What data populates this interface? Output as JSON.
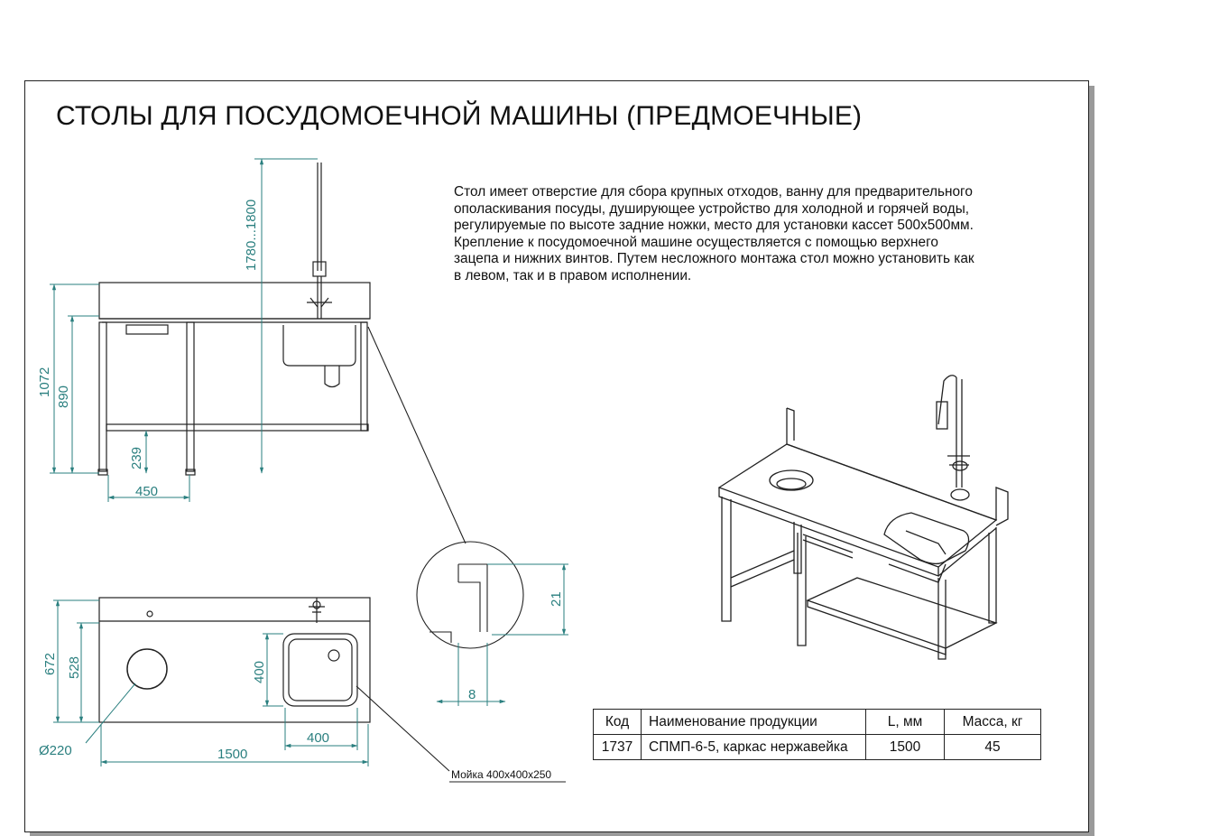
{
  "title": "СТОЛЫ ДЛЯ ПОСУДОМОЕЧНОЙ МАШИНЫ (ПРЕДМОЕЧНЫЕ)",
  "description": [
    "Стол имеет отверстие для сбора крупных отходов, ванну для предварительного",
    "ополаскивания посуды, душирующее устройство для холодной и горячей воды,",
    "регулируемые по высоте задние ножки, место для установки кассет 500х500мм.",
    "Крепление к посудомоечной машине осуществляется с помощью верхнего",
    "зацепа и нижних винтов. Путем несложного монтажа стол можно установить как",
    "в левом, так и в правом исполнении."
  ],
  "dimensions": {
    "faucet_height": "1780...1800",
    "total_height": "1072",
    "table_height": "890",
    "shelf_height": "239",
    "leg_spacing": "450",
    "depth": "672",
    "inner_depth": "528",
    "sink_size_v": "400",
    "sink_size_h": "400",
    "length": "1500",
    "hole_diameter": "Ø220",
    "detail_height": "21",
    "detail_width": "8"
  },
  "callout_label": "Мойка 400х400х250",
  "table": {
    "headers": [
      "Код",
      "Наименование продукции",
      "L, мм",
      "Масса, кг"
    ],
    "rows": [
      [
        "1737",
        "СПМП-6-5, каркас нержавейка",
        "1500",
        "45"
      ]
    ]
  },
  "colors": {
    "dimension": "#2a7f7f",
    "line": "#222222"
  }
}
